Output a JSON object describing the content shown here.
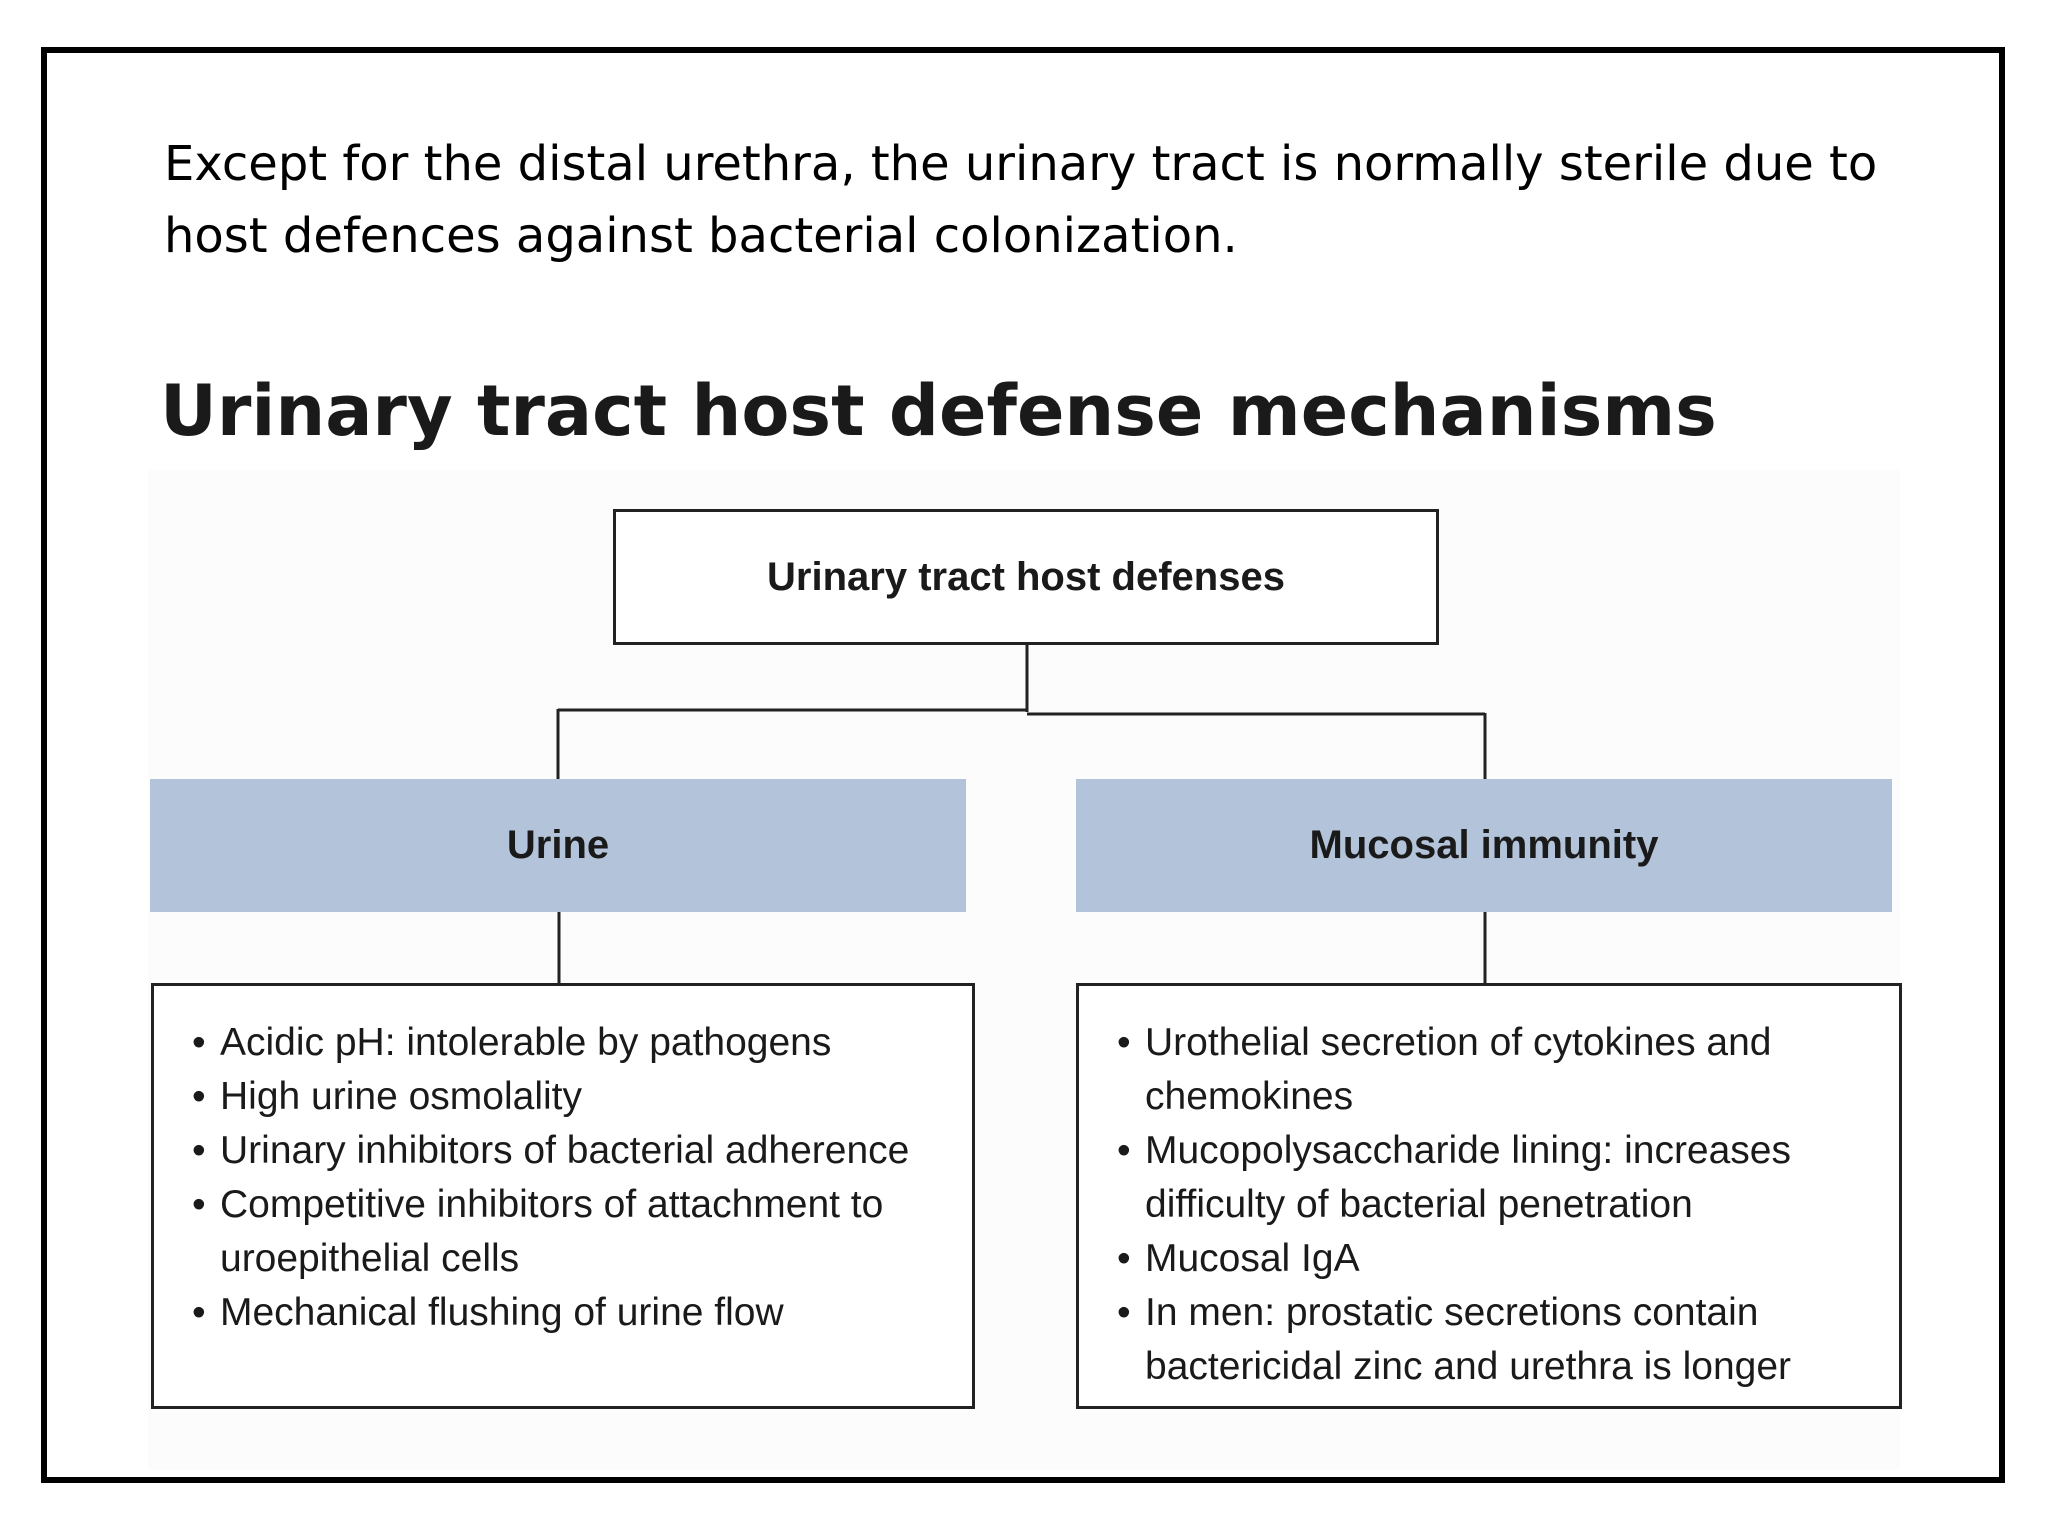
{
  "intro_text": "Except for the distal urethra, the urinary tract is normally sterile due to host defences against bacterial colonization.",
  "title": "Urinary tract host defense mechanisms",
  "root": "Urinary tract host defenses",
  "category_color": "#b3c3d9",
  "categories": [
    {
      "label": "Urine",
      "items": [
        "Acidic pH: intolerable by pathogens",
        "High urine osmolality",
        "Urinary inhibitors of bacterial adherence",
        "Competitive inhibitors of attachment to uroepithelial cells",
        "Mechanical flushing of urine flow"
      ]
    },
    {
      "label": "Mucosal immunity",
      "items": [
        "Urothelial secretion of cytokines and chemokines",
        "Mucopolysaccharide lining: increases difficulty of bacterial penetration",
        "Mucosal IgA",
        "In men: prostatic secretions contain bactericidal zinc and urethra is longer"
      ]
    }
  ]
}
